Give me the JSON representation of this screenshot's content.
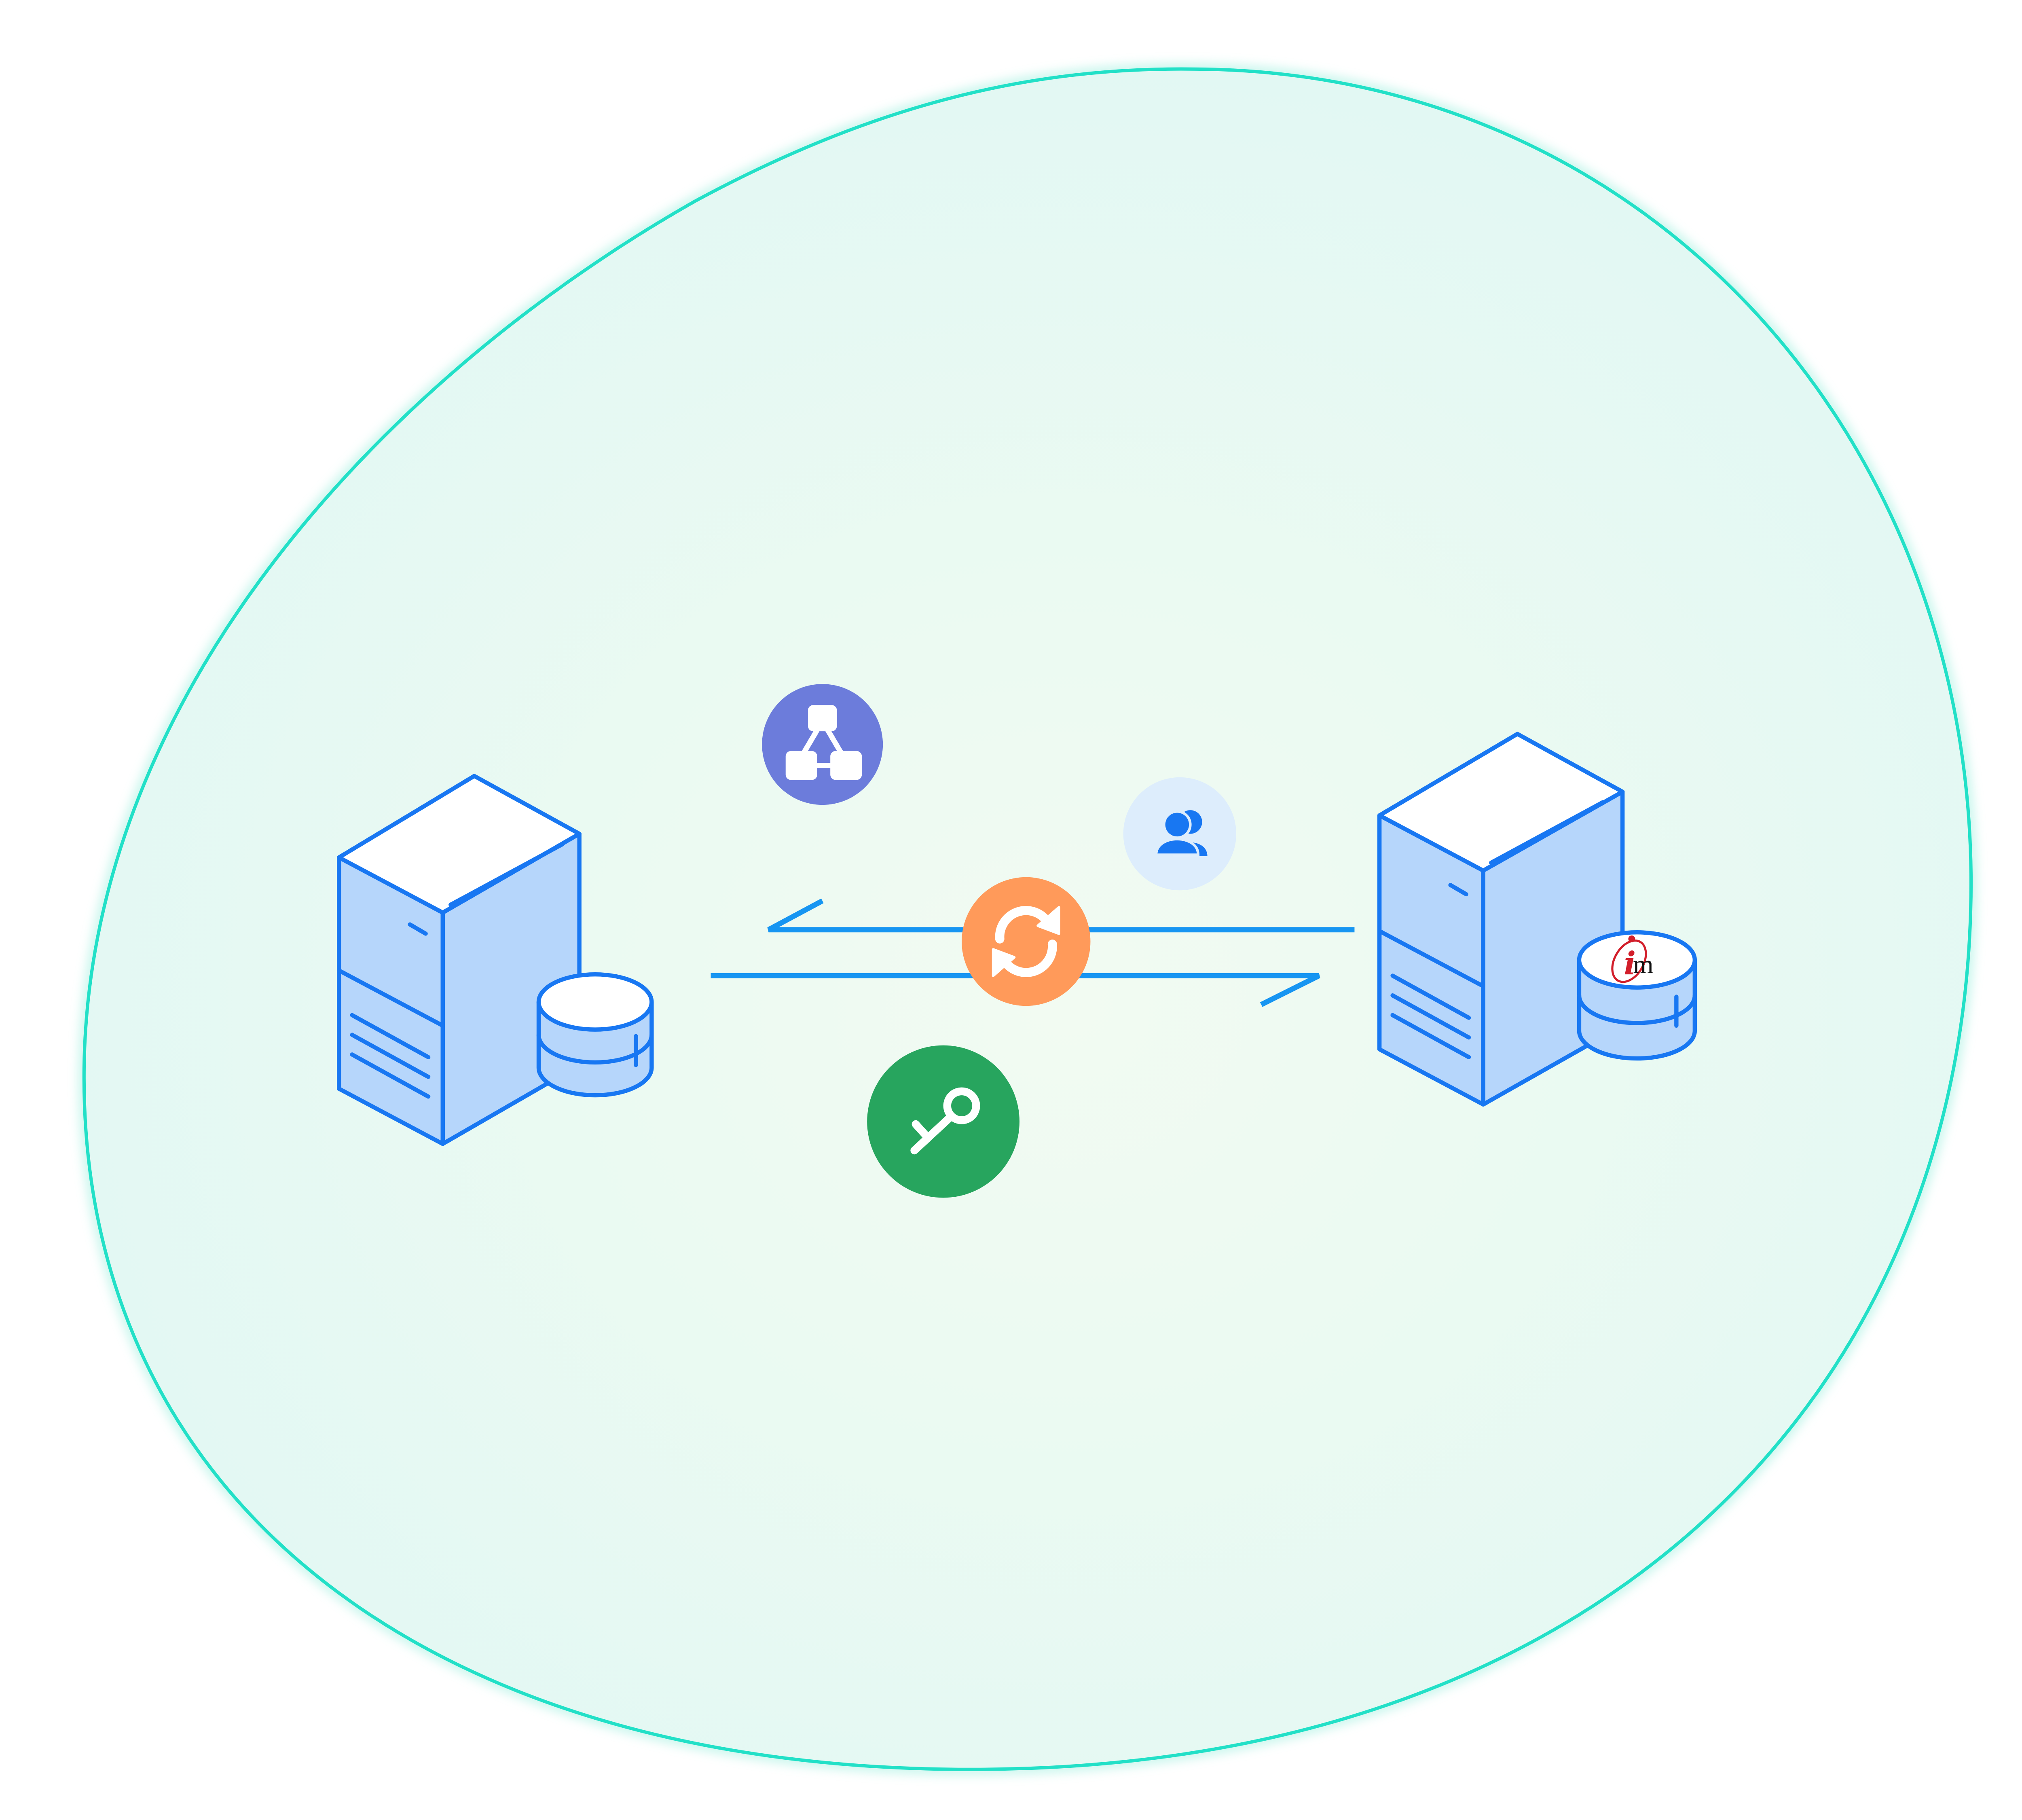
{
  "diagram": {
    "colors": {
      "blob_fill_center": "#F2FBF2",
      "blob_fill_edge": "#E1F8F3",
      "blob_stroke": "#22E0C7",
      "server_fill": "#B6D6FB",
      "server_top": "#FFFFFF",
      "server_stroke": "#1877F2",
      "arrow": "#1795F2",
      "sync_badge": "#FF9A5A",
      "network_badge": "#6C7CDB",
      "users_badge": "#DDEDFC",
      "users_icon": "#1877F2",
      "key_badge": "#27A55E",
      "logo_red": "#D21E2A",
      "logo_text": "#111111"
    },
    "nodes": [
      {
        "id": "left-server",
        "icon": "server-with-database-icon"
      },
      {
        "id": "right-server",
        "icon": "server-with-database-icon",
        "badge_logo": "im-logo"
      }
    ],
    "badges": [
      {
        "id": "network",
        "icon": "network-hierarchy-icon"
      },
      {
        "id": "users",
        "icon": "users-icon"
      },
      {
        "id": "sync",
        "icon": "sync-arrows-icon"
      },
      {
        "id": "key",
        "icon": "key-icon"
      }
    ],
    "connections": [
      {
        "from": "right-server",
        "to": "left-server",
        "icon": "arrow-left-icon"
      },
      {
        "from": "left-server",
        "to": "right-server",
        "icon": "arrow-right-icon"
      }
    ],
    "logo_text": {
      "i": "i",
      "m": "m"
    }
  }
}
